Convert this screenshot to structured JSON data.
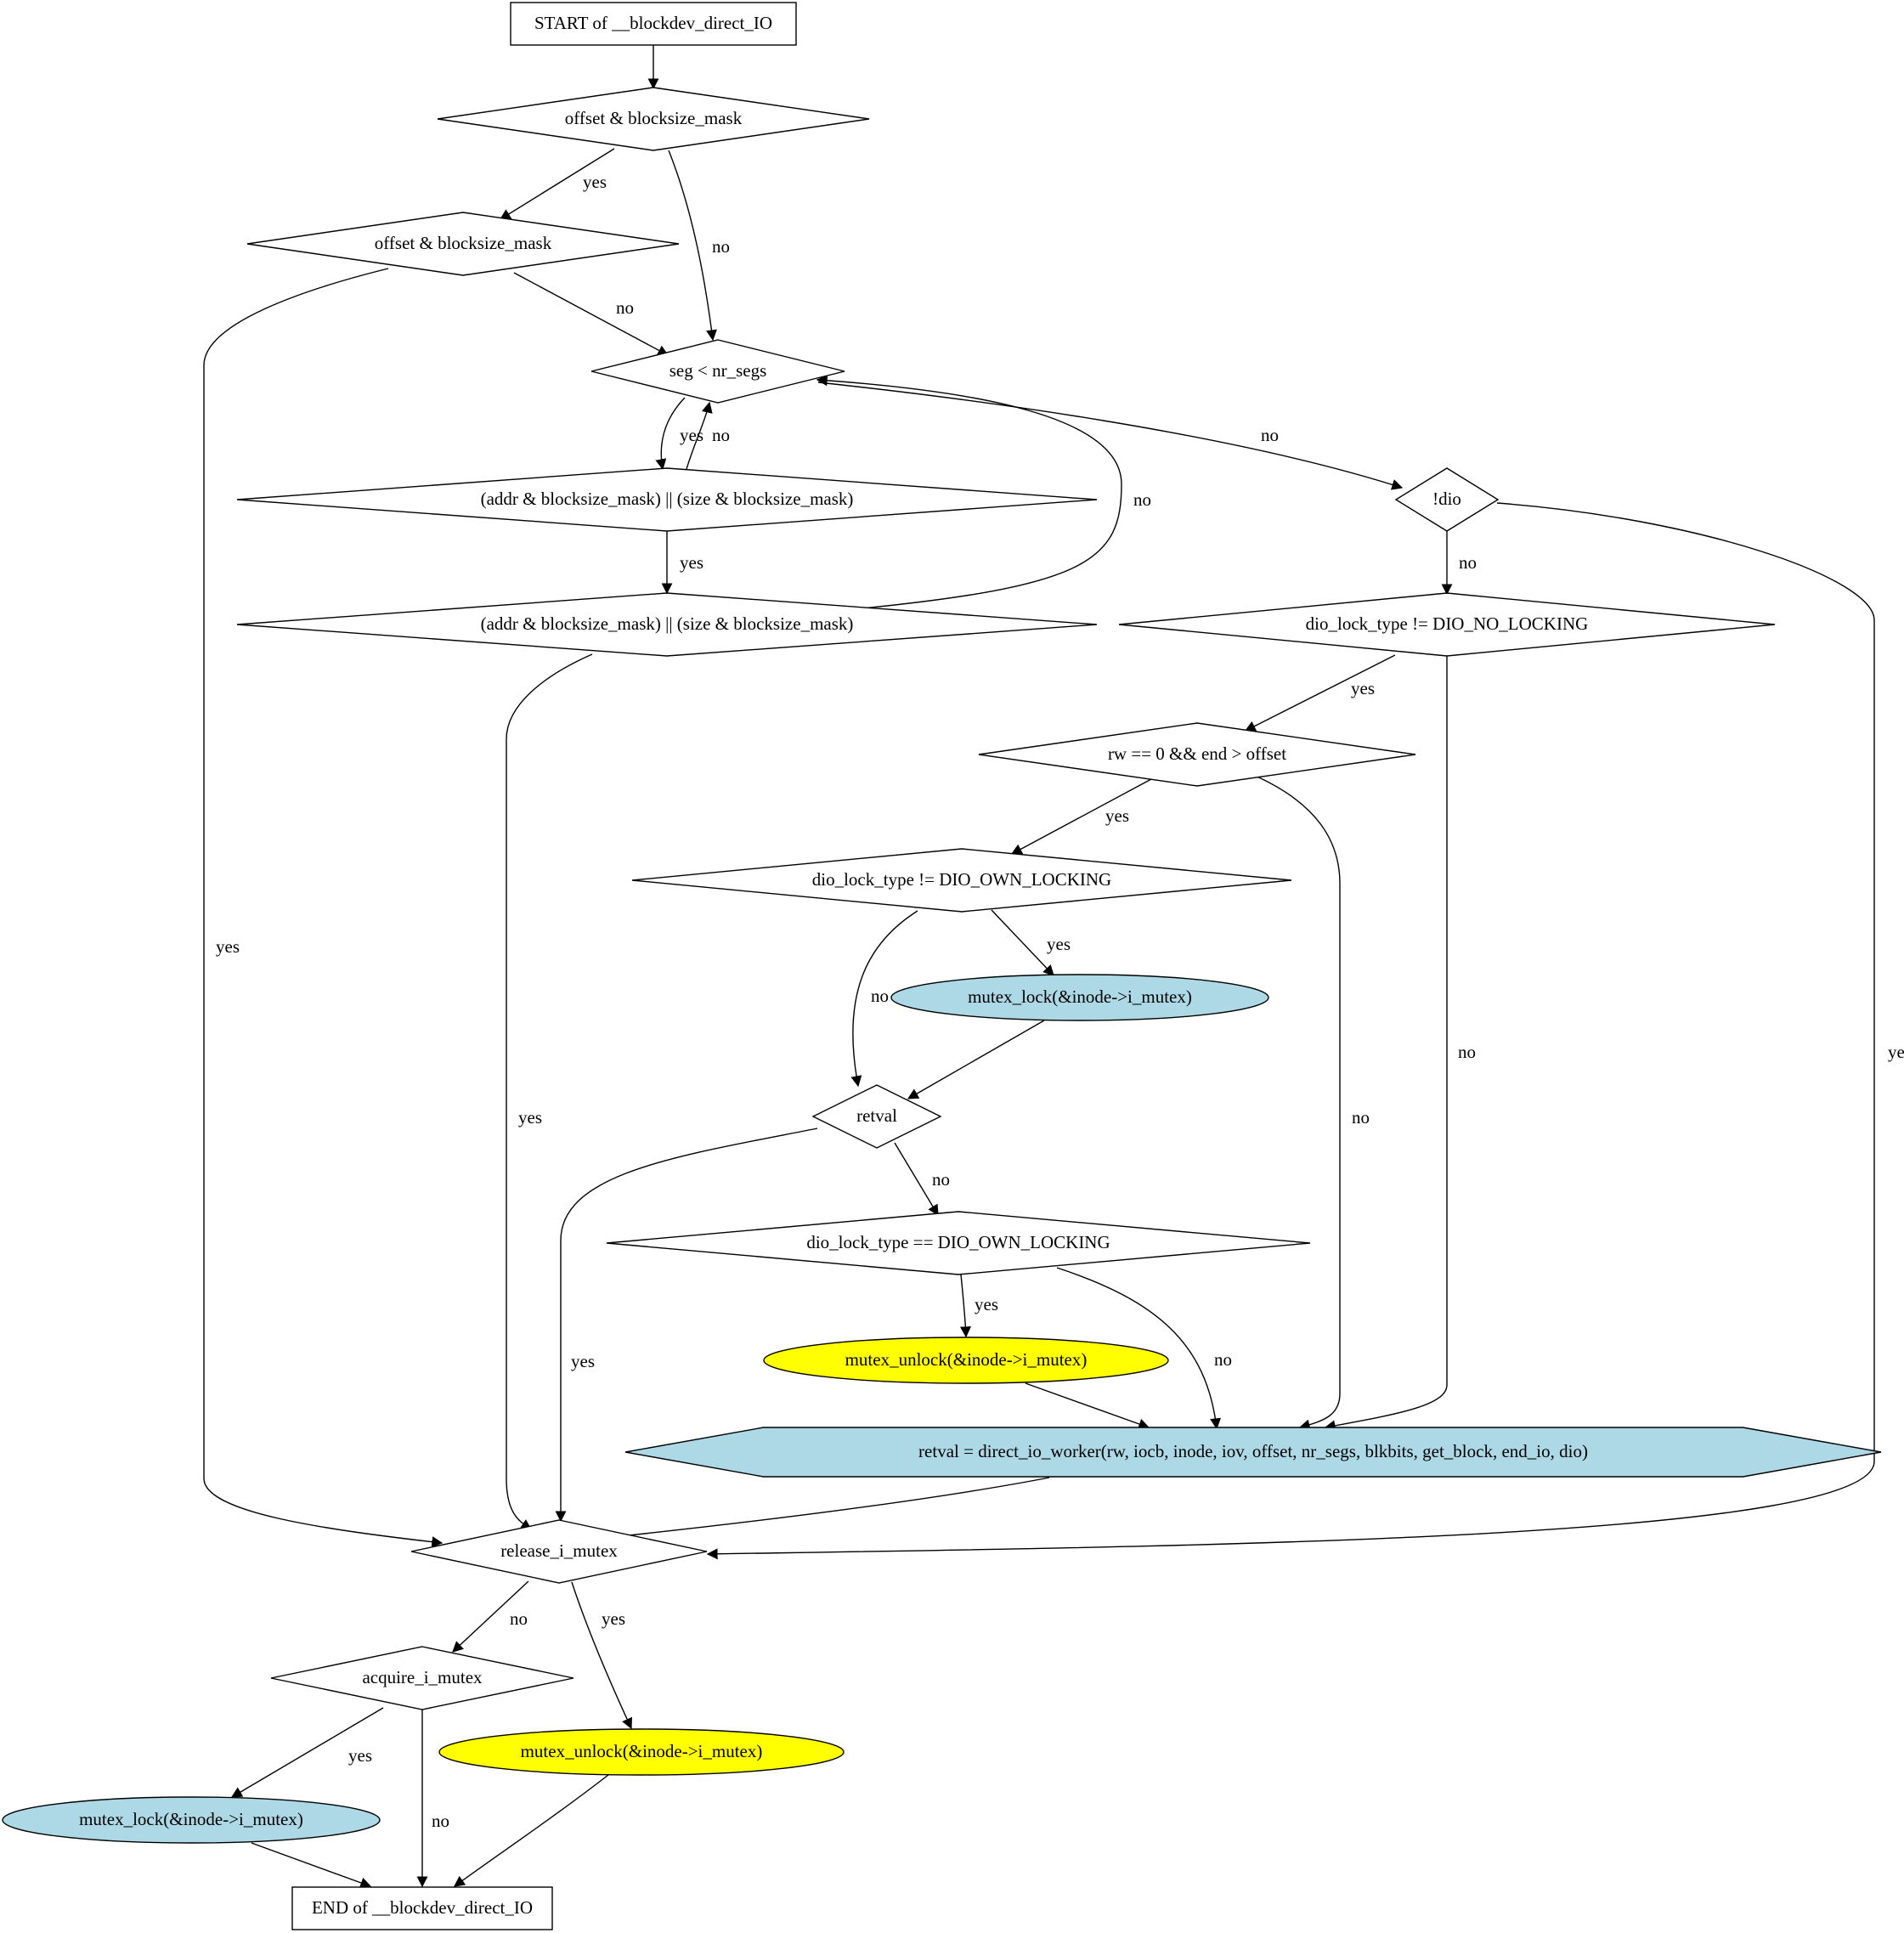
{
  "diagram": {
    "nodes": [
      {
        "id": "start",
        "shape": "box",
        "label": "START of __blockdev_direct_IO"
      },
      {
        "id": "d1",
        "shape": "diamond",
        "label": "offset & blocksize_mask"
      },
      {
        "id": "d2",
        "shape": "diamond",
        "label": "offset & blocksize_mask"
      },
      {
        "id": "loop",
        "shape": "diamond",
        "label": "seg < nr_segs"
      },
      {
        "id": "d3",
        "shape": "diamond",
        "label": "(addr & blocksize_mask) || (size & blocksize_mask)"
      },
      {
        "id": "d4",
        "shape": "diamond",
        "label": "(addr & blocksize_mask) || (size & blocksize_mask)"
      },
      {
        "id": "ndio",
        "shape": "diamond",
        "label": "!dio"
      },
      {
        "id": "nolock",
        "shape": "diamond",
        "label": "dio_lock_type != DIO_NO_LOCKING"
      },
      {
        "id": "rw",
        "shape": "diamond",
        "label": "rw == 0 && end > offset"
      },
      {
        "id": "ownlock",
        "shape": "diamond",
        "label": "dio_lock_type != DIO_OWN_LOCKING"
      },
      {
        "id": "lock1",
        "shape": "ellipse",
        "label": "mutex_lock(&inode->i_mutex)",
        "fill": "#add8e6"
      },
      {
        "id": "retval",
        "shape": "diamond",
        "label": "retval"
      },
      {
        "id": "eqown",
        "shape": "diamond",
        "label": "dio_lock_type == DIO_OWN_LOCKING"
      },
      {
        "id": "unlock1",
        "shape": "ellipse",
        "label": "mutex_unlock(&inode->i_mutex)",
        "fill": "#ffff00"
      },
      {
        "id": "worker",
        "shape": "octagon",
        "label": "retval = direct_io_worker(rw, iocb, inode, iov, offset, nr_segs, blkbits, get_block, end_io, dio)",
        "fill": "#add8e6",
        "stroke": "#ffff00"
      },
      {
        "id": "release",
        "shape": "diamond",
        "label": "release_i_mutex"
      },
      {
        "id": "acquire",
        "shape": "diamond",
        "label": "acquire_i_mutex"
      },
      {
        "id": "unlock2",
        "shape": "ellipse",
        "label": "mutex_unlock(&inode->i_mutex)",
        "fill": "#ffff00"
      },
      {
        "id": "lock2",
        "shape": "ellipse",
        "label": "mutex_lock(&inode->i_mutex)",
        "fill": "#add8e6"
      },
      {
        "id": "end",
        "shape": "box",
        "label": "END of __blockdev_direct_IO"
      }
    ],
    "edges": [
      {
        "from": "start",
        "to": "d1",
        "label": ""
      },
      {
        "from": "d1",
        "to": "d2",
        "label": "yes"
      },
      {
        "from": "d1",
        "to": "loop",
        "label": "no"
      },
      {
        "from": "d2",
        "to": "release",
        "label": "yes"
      },
      {
        "from": "d2",
        "to": "loop",
        "label": "no"
      },
      {
        "from": "loop",
        "to": "d3",
        "label": "yes"
      },
      {
        "from": "d3",
        "to": "loop",
        "label": "no"
      },
      {
        "from": "loop",
        "to": "ndio",
        "label": "no"
      },
      {
        "from": "d3",
        "to": "d4",
        "label": "yes"
      },
      {
        "from": "d4",
        "to": "loop",
        "label": "no"
      },
      {
        "from": "d4",
        "to": "release",
        "label": "yes"
      },
      {
        "from": "ndio",
        "to": "nolock",
        "label": "no"
      },
      {
        "from": "ndio",
        "to": "release",
        "label": "yes"
      },
      {
        "from": "nolock",
        "to": "rw",
        "label": "yes"
      },
      {
        "from": "nolock",
        "to": "worker",
        "label": "no"
      },
      {
        "from": "rw",
        "to": "ownlock",
        "label": "yes"
      },
      {
        "from": "rw",
        "to": "worker",
        "label": "no"
      },
      {
        "from": "ownlock",
        "to": "lock1",
        "label": "yes"
      },
      {
        "from": "ownlock",
        "to": "retval",
        "label": "no"
      },
      {
        "from": "lock1",
        "to": "retval",
        "label": ""
      },
      {
        "from": "retval",
        "to": "eqown",
        "label": "no"
      },
      {
        "from": "retval",
        "to": "release",
        "label": "yes"
      },
      {
        "from": "eqown",
        "to": "unlock1",
        "label": "yes"
      },
      {
        "from": "eqown",
        "to": "worker",
        "label": "no"
      },
      {
        "from": "unlock1",
        "to": "worker",
        "label": ""
      },
      {
        "from": "worker",
        "to": "release",
        "label": ""
      },
      {
        "from": "release",
        "to": "acquire",
        "label": "no"
      },
      {
        "from": "release",
        "to": "unlock2",
        "label": "yes"
      },
      {
        "from": "acquire",
        "to": "lock2",
        "label": "yes"
      },
      {
        "from": "acquire",
        "to": "end",
        "label": "no"
      },
      {
        "from": "unlock2",
        "to": "end",
        "label": ""
      },
      {
        "from": "lock2",
        "to": "end",
        "label": ""
      }
    ]
  }
}
